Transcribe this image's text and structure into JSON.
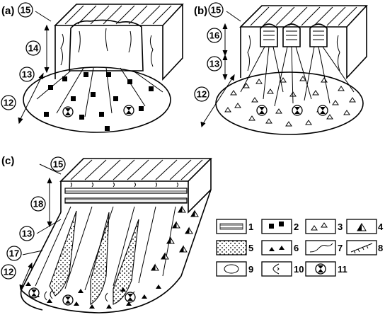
{
  "panels": {
    "a": {
      "label": "(a)",
      "numbers": {
        "n15": "15",
        "n14": "14",
        "n13": "13",
        "n12": "12"
      }
    },
    "b": {
      "label": "(b)",
      "numbers": {
        "n15": "15",
        "n16": "16",
        "n13": "13",
        "n12": "12"
      }
    },
    "c": {
      "label": "(c)",
      "numbers": {
        "n15": "15",
        "n18": "18",
        "n13": "13",
        "n17": "17",
        "n12": "12"
      }
    }
  },
  "legend": {
    "items": [
      {
        "number": "1",
        "symbol": "striped-layer"
      },
      {
        "number": "2",
        "symbol": "black-squares"
      },
      {
        "number": "3",
        "symbol": "open-triangles"
      },
      {
        "number": "4",
        "symbol": "half-filled-triangle"
      },
      {
        "number": "5",
        "symbol": "dotted-fill"
      },
      {
        "number": "6",
        "symbol": "black-triangles"
      },
      {
        "number": "7",
        "symbol": "wavy-line"
      },
      {
        "number": "8",
        "symbol": "hatched-boundary"
      },
      {
        "number": "9",
        "symbol": "open-ellipse"
      },
      {
        "number": "10",
        "symbol": "half-spiral"
      },
      {
        "number": "11",
        "symbol": "hourglass-circle"
      }
    ]
  }
}
